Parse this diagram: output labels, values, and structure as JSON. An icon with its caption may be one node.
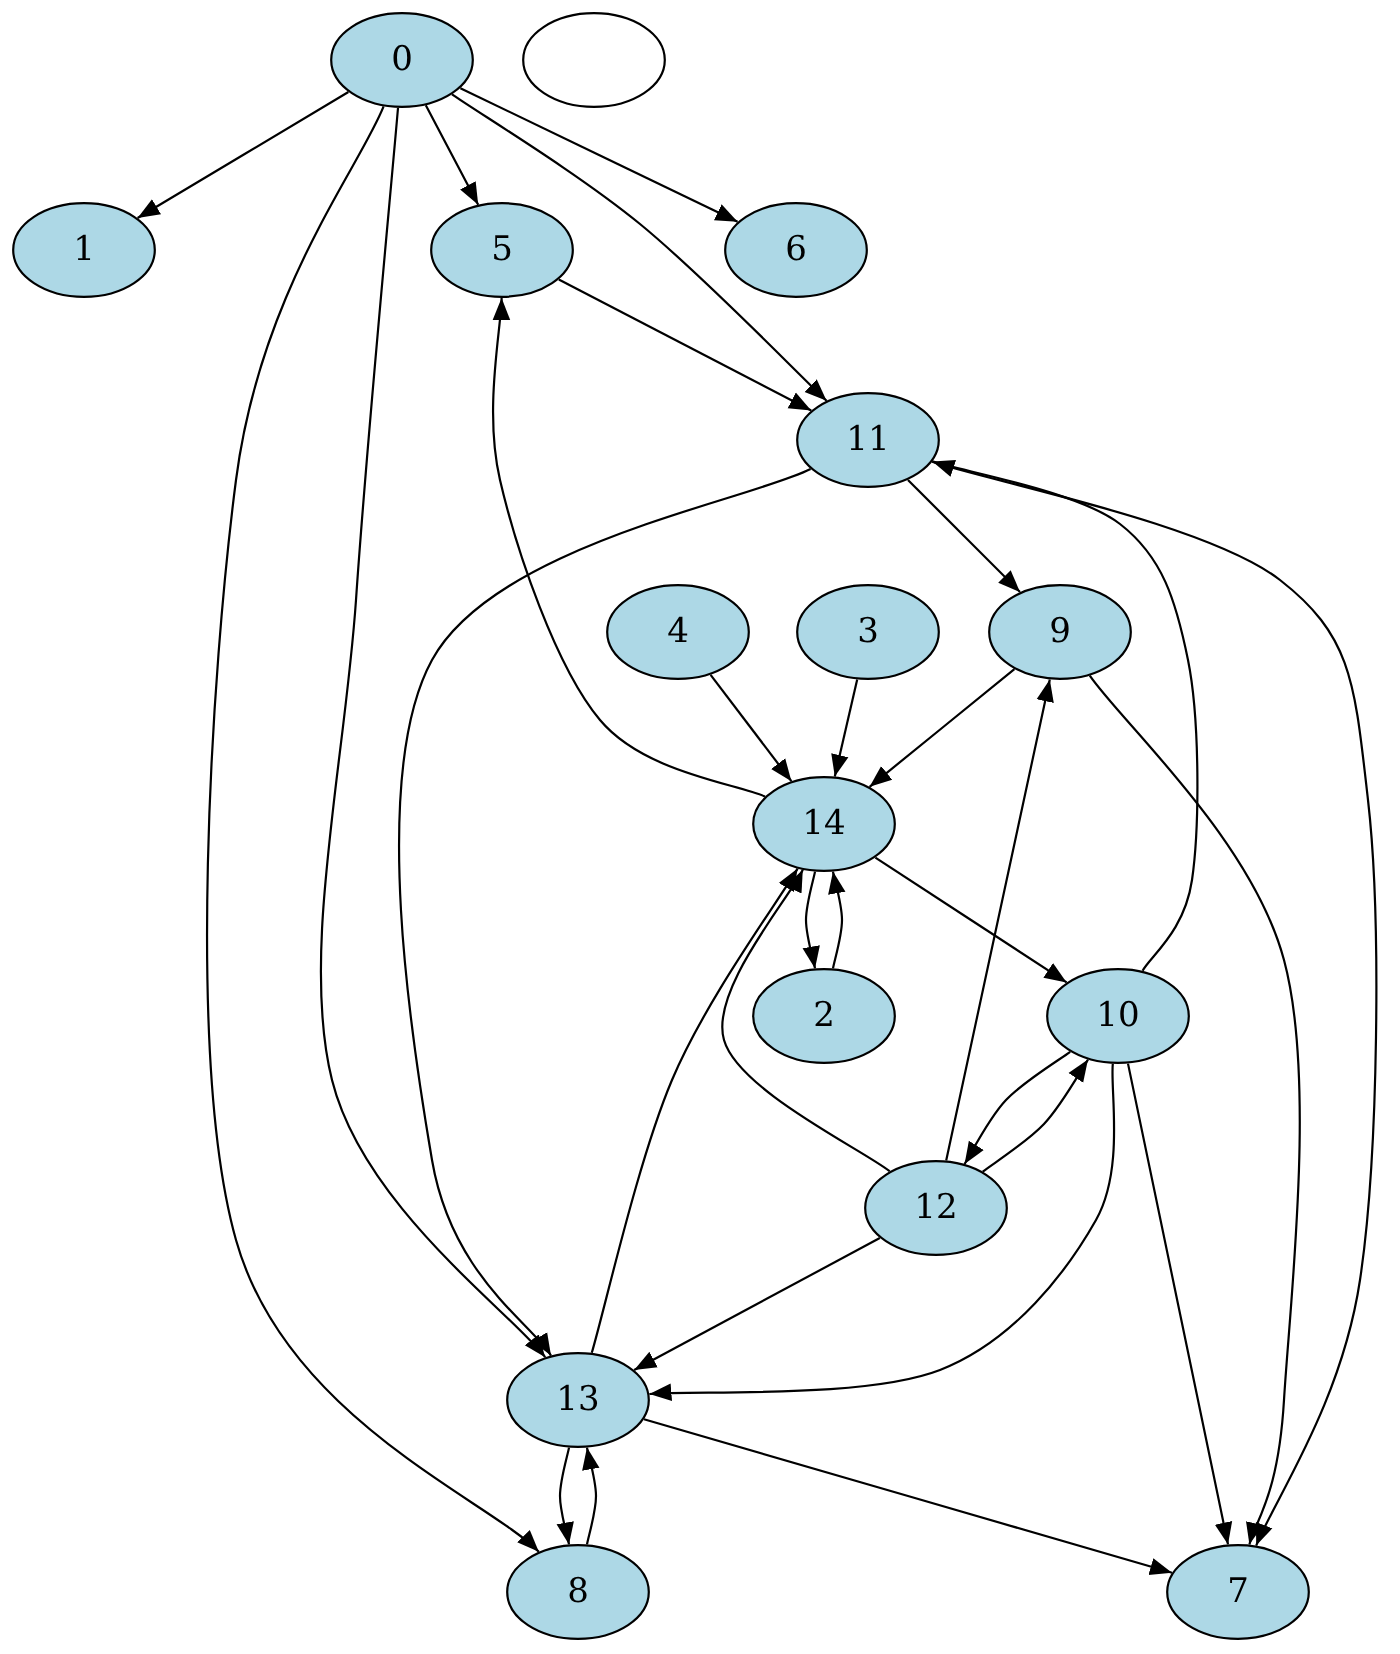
{
  "diagram": {
    "nodes": [
      {
        "text": [
          "0"
        ]
      },
      {
        "text": [],
        "shape": "circle"
      },
      {
        "text": [
          "1"
        ]
      },
      {
        "text": [
          "5"
        ]
      },
      {
        "text": [
          "6"
        ]
      },
      {
        "text": [
          "11"
        ]
      },
      {
        "text": [
          "4"
        ]
      },
      {
        "text": [
          "3"
        ]
      },
      {
        "text": [
          "9"
        ]
      },
      {
        "text": [
          "14"
        ]
      },
      {
        "text": [
          "2"
        ]
      },
      {
        "text": [
          "10"
        ]
      },
      {
        "text": [
          "12"
        ]
      },
      {
        "text": [
          "13"
        ]
      },
      {
        "text": [
          "8"
        ]
      },
      {
        "text": [
          "7"
        ]
      }
    ],
    "edges": [
      {
        "from": 0,
        "to": 2,
        "arrow": "to"
      },
      {
        "from": 0,
        "to": 3,
        "arrow": "to"
      },
      {
        "from": 0,
        "to": 4,
        "arrow": "to"
      },
      {
        "from": 0,
        "to": 5,
        "arrow": "to"
      },
      {
        "from": 0,
        "to": 13,
        "arrow": "to"
      },
      {
        "from": 0,
        "to": 14,
        "arrow": "to"
      },
      {
        "from": 3,
        "to": 5,
        "arrow": "to"
      },
      {
        "from": 5,
        "to": 8,
        "arrow": "to"
      },
      {
        "from": 5,
        "to": 13,
        "arrow": "to"
      },
      {
        "from": 5,
        "to": 15,
        "arrow": "to"
      },
      {
        "from": 11,
        "to": 5,
        "arrow": "to"
      },
      {
        "from": 9,
        "to": 3,
        "arrow": "to"
      },
      {
        "from": 6,
        "to": 9,
        "arrow": "to"
      },
      {
        "from": 7,
        "to": 9,
        "arrow": "to"
      },
      {
        "from": 8,
        "to": 9,
        "arrow": "to"
      },
      {
        "from": 8,
        "to": 15,
        "arrow": "to"
      },
      {
        "from": 9,
        "to": 10,
        "arrow": "to"
      },
      {
        "from": 10,
        "to": 9,
        "arrow": "to"
      },
      {
        "from": 9,
        "to": 11,
        "arrow": "to"
      },
      {
        "from": 11,
        "to": 12,
        "arrow": "to"
      },
      {
        "from": 12,
        "to": 11,
        "arrow": "to"
      },
      {
        "from": 12,
        "to": 8,
        "arrow": "to"
      },
      {
        "from": 12,
        "to": 9,
        "arrow": "to"
      },
      {
        "from": 12,
        "to": 13,
        "arrow": "to"
      },
      {
        "from": 11,
        "to": 13,
        "arrow": "to"
      },
      {
        "from": 11,
        "to": 15,
        "arrow": "to"
      },
      {
        "from": 13,
        "to": 9,
        "arrow": "to"
      },
      {
        "from": 13,
        "to": 14,
        "arrow": "to"
      },
      {
        "from": 14,
        "to": 13,
        "arrow": "to"
      },
      {
        "from": 13,
        "to": 15,
        "arrow": "to"
      }
    ]
  }
}
